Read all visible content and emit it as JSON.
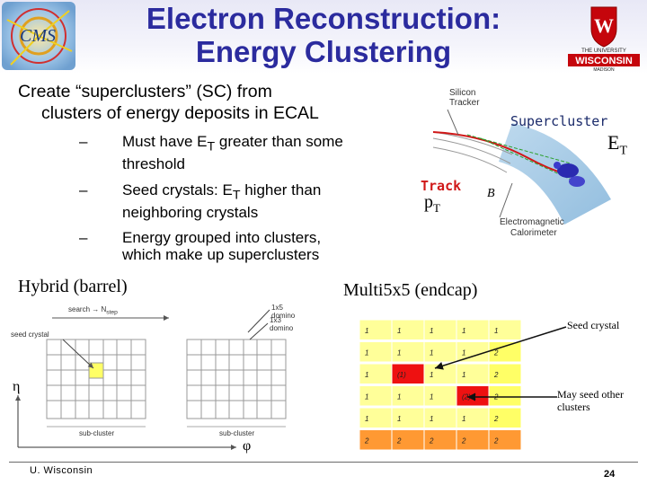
{
  "slide": {
    "title_line1": "Electron Reconstruction:",
    "title_line2": "Energy Clustering",
    "intro_line1": "Create “superclusters” (SC) from",
    "intro_line2": "clusters of energy deposits in ECAL",
    "bullet_dash": "–",
    "bullets": [
      {
        "line1_pre": "Must have E",
        "line1_sub": "T",
        "line1_post": " greater than some",
        "line2": "threshold"
      },
      {
        "line1_pre": "Seed crystals: E",
        "line1_sub": "T",
        "line1_post": " higher than",
        "line2": "neighboring crystals"
      },
      {
        "line1_pre": "Energy grouped into clusters,",
        "line1_sub": "",
        "line1_post": "",
        "line2": "which make up superclusters"
      }
    ],
    "hybrid_label": "Hybrid (barrel)",
    "multi_label": "Multi5x5 (endcap)"
  },
  "tracker_diagram": {
    "silicon_tracker_1": "Silicon",
    "silicon_tracker_2": "Tracker",
    "supercluster": "Supercluster",
    "et_main": "E",
    "et_sub": "T",
    "track": "Track",
    "b_label": "B",
    "pt_main": "p",
    "pt_sub": "T",
    "ecal_1": "Electromagnetic",
    "ecal_2": "Calorimeter"
  },
  "hybrid_diagram": {
    "search": "search → N",
    "search_sub": "step",
    "seed_crystal": "seed crystal",
    "domino_1x5": "1x5 domino",
    "domino_1x3": "1x3 domino",
    "eta": "η",
    "phi": "φ",
    "sub_cluster": "sub-cluster"
  },
  "endcap_grid": {
    "rows": [
      [
        "1",
        "1",
        "1",
        "1",
        "1"
      ],
      [
        "1",
        "1",
        "1",
        "1",
        "2"
      ],
      [
        "1",
        "(1)",
        "1",
        "1",
        "2"
      ],
      [
        "1",
        "1",
        "1",
        "(2) 1",
        "2"
      ],
      [
        "1",
        "1",
        "1",
        "1",
        "2"
      ],
      [
        "2",
        "2",
        "2",
        "2",
        "2"
      ]
    ],
    "seed_label": "Seed crystal",
    "may_seed_1": "May seed other",
    "may_seed_2": "clusters"
  },
  "footer": {
    "left": "U. Wisconsin",
    "page": "24"
  },
  "colors": {
    "title": "#2b2b9e",
    "grid_yellow": "#ffff66",
    "grid_light": "#ffff99",
    "grid_red": "#ee1111",
    "grid_orange": "#ff9933"
  }
}
